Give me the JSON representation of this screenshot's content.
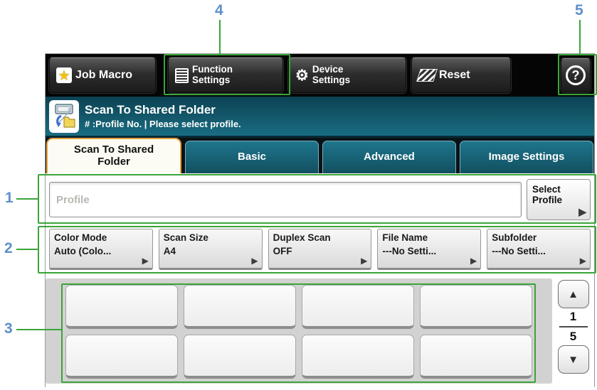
{
  "colors": {
    "annotation_green": "#3aa53a",
    "callout_number_blue": "#5e8fca",
    "header_teal": "#14596c",
    "active_tab_border_orange": "#e8a33c"
  },
  "callouts": {
    "n1": "1",
    "n2": "2",
    "n3": "3",
    "n4": "4",
    "n5": "5"
  },
  "topbar": {
    "job_macro": "Job Macro",
    "function_settings": "Function\nSettings",
    "device_settings": "Device\nSettings",
    "reset": "Reset",
    "help": "?"
  },
  "header": {
    "title": "Scan To Shared Folder",
    "subtitle": "# :Profile No. | Please select profile."
  },
  "tabs": {
    "items": [
      {
        "label": "Scan To Shared\nFolder",
        "active": true
      },
      {
        "label": "Basic",
        "active": false
      },
      {
        "label": "Advanced",
        "active": false
      },
      {
        "label": "Image Settings",
        "active": false
      }
    ]
  },
  "profile_row": {
    "placeholder": "Profile",
    "select_button": "Select Profile",
    "arrow": "▶"
  },
  "settings_row": {
    "arrow": "▶",
    "buttons": [
      {
        "label": "Color Mode",
        "value": "Auto (Colo..."
      },
      {
        "label": "Scan Size",
        "value": "A4"
      },
      {
        "label": "Duplex Scan",
        "value": "OFF"
      },
      {
        "label": "File Name",
        "value": "---No Setti..."
      },
      {
        "label": "Subfolder",
        "value": "---No Setti..."
      }
    ]
  },
  "profile_grid": {
    "rows": 2,
    "columns": 4,
    "buttons_empty": true
  },
  "pagination": {
    "up": "▲",
    "current_page": "1",
    "total_pages": "5",
    "down": "▼"
  }
}
